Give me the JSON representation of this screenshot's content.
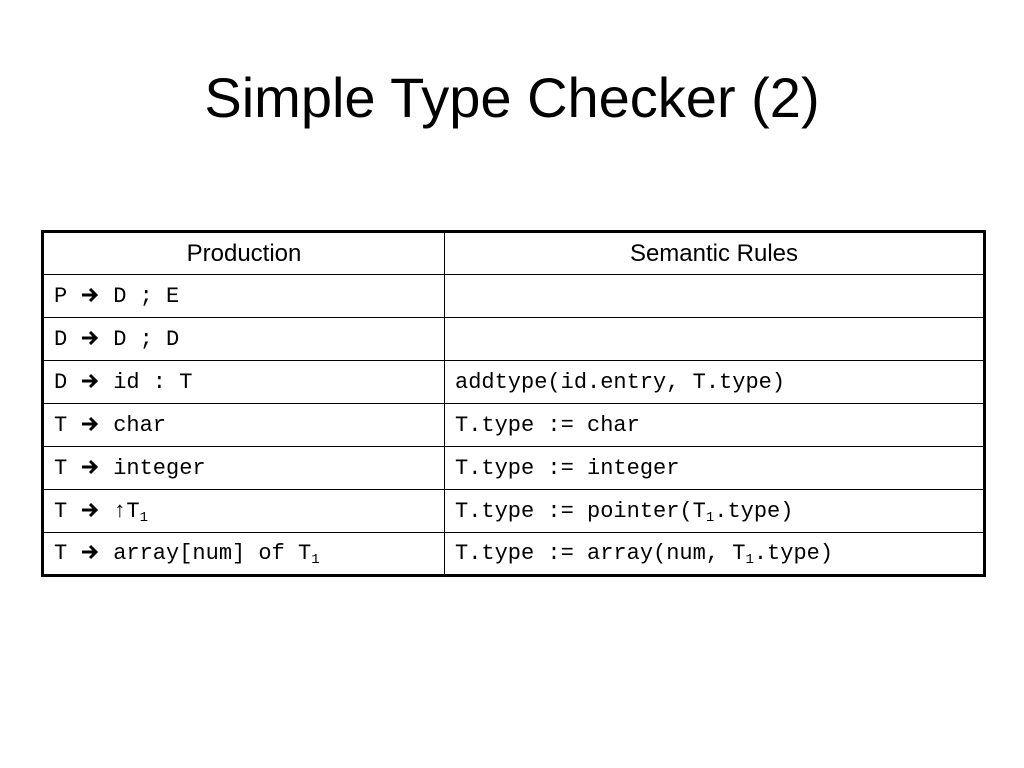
{
  "slide": {
    "title": "Simple Type Checker (2)"
  },
  "table": {
    "headers": {
      "production": "Production",
      "semantic_rules": "Semantic Rules"
    },
    "rows": [
      {
        "lhs": "P",
        "arrow": "→",
        "rhs": "D ; E",
        "rule": ""
      },
      {
        "lhs": "D",
        "arrow": "→",
        "rhs": "D ; D",
        "rule": ""
      },
      {
        "lhs": "D",
        "arrow": "→",
        "rhs": "id : T",
        "rule": "addtype(id.entry, T.type)"
      },
      {
        "lhs": "T",
        "arrow": "→",
        "rhs": "char",
        "rule": "T.type := char"
      },
      {
        "lhs": "T",
        "arrow": "→",
        "rhs": "integer",
        "rule": "T.type := integer"
      },
      {
        "lhs": "T",
        "arrow": "→",
        "rhs_prefix": "↑T",
        "rhs_sub": "1",
        "rule_prefix": "T.type := pointer(T",
        "rule_sub": "1",
        "rule_suffix": ".type)"
      },
      {
        "lhs": "T",
        "arrow": "→",
        "rhs_prefix": "array[num] of T",
        "rhs_sub": "1",
        "rule_prefix": "T.type := array(num, T",
        "rule_sub": "1",
        "rule_suffix": ".type)"
      }
    ]
  }
}
